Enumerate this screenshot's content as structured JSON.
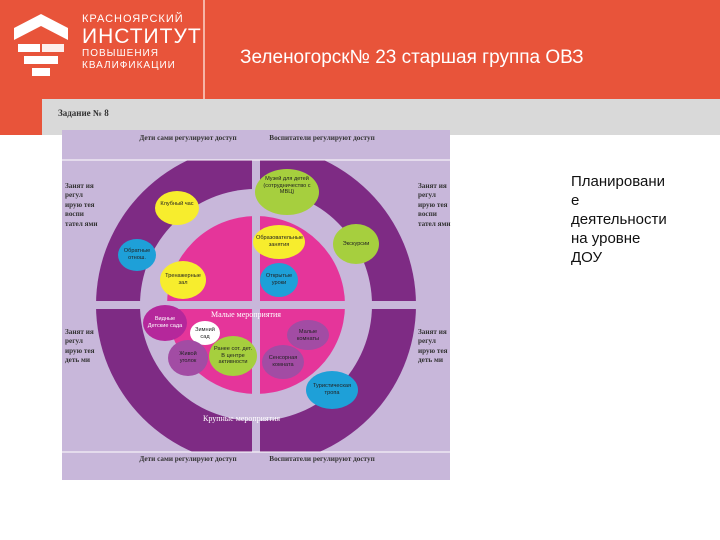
{
  "header": {
    "logo_lines": [
      "КРАСНОЯРСКИЙ",
      "ИНСТИТУТ",
      "ПОВЫШЕНИЯ",
      "КВАЛИФИКАЦИИ"
    ],
    "title": "Зеленогорск№ 23 старшая группа ОВЗ"
  },
  "task": {
    "label": "Задание № 8"
  },
  "diagram": {
    "top_left": "Дети сами регулируют доступ",
    "top_right": "Воспитатели регулируют доступ",
    "bottom_left": "Дети сами регулируют доступ",
    "bottom_right": "Воспитатели регулируют доступ",
    "side_left_top": "Занят ия регул ирую тея воспи тател ями",
    "side_right_top": "Занят ия регул ирую тея воспи тател ями",
    "side_left_bottom": "Занят ия регул ирую тея деть ми",
    "side_right_bottom": "Занят ия регул ирую тея деть ми",
    "inner_ring_label": "Малые мероприятия",
    "outer_ring_label": "Крупные мероприятия",
    "bubbles": {
      "muzei": "Музей для детей (сотрудничество с МВЦ)",
      "klubny": "Клубный час",
      "obratnye": "Обратные отнош.",
      "obrazovat": "Образовательные занятия",
      "ekskursii": "Экскурсии",
      "tranzh": "Тренажерные зал",
      "otkrytye": "Открытые уроки",
      "vidnye": "Видные Детские сада",
      "zimny": "Зимний сад",
      "malye_komn": "Малые комнаты",
      "zhivoy": "Живой уголок",
      "ranee": "Ранее сот. дет. В центре активности",
      "sensornaya": "Сенсорная комната",
      "turistskaya": "Туристическая тропа"
    },
    "colors": {
      "outer": "#7e2b84",
      "lavender": "#c8b7da",
      "inner": "#e5359a",
      "yellow": "#f7ed2d",
      "green": "#a6cf3e",
      "blue": "#1ea0d8",
      "magenta": "#b5279b",
      "purple": "#a24ca4"
    }
  },
  "right_text": "Планировани\nе\nдеятельности\nна уровне\nДОУ"
}
